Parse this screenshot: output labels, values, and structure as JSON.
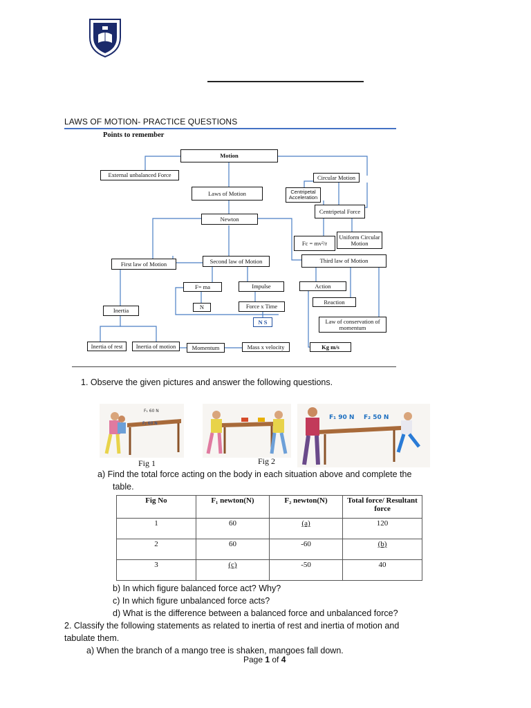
{
  "header": {
    "title": "LAWS OF MOTION- PRACTICE QUESTIONS",
    "points_heading": "Points to remember"
  },
  "concept_map": {
    "motion": "Motion",
    "external_force": "External unbalanced Force",
    "circular_motion": "Circular Motion",
    "laws_of_motion": "Laws of Motion",
    "centripetal_acc": "Centripetal Acceleration",
    "centripetal_force": "Centripetal Force",
    "newton": "Newton",
    "fc_formula": "Fc = mv²/r",
    "ucm": "Uniform Circular Motion",
    "first_law": "First law of Motion",
    "second_law": "Second law of Motion",
    "third_law": "Third law of Motion",
    "f_ma": "F= ma",
    "impulse": "Impulse",
    "action": "Action",
    "reaction": "Reaction",
    "inertia": "Inertia",
    "n": "N",
    "force_time": "Force x Time",
    "ns": "N S",
    "conservation": "Law of conservation of momentum",
    "inertia_rest": "Inertia of rest",
    "inertia_motion": "Inertia of motion",
    "momentum": "Momentum",
    "mass_velocity": "Mass x velocity",
    "kgms": "Kg m/s"
  },
  "question1": {
    "text": "1.   Observe the given pictures and answer the following questions.",
    "fig1_label": "Fig 1",
    "fig2_label": "Fig 2",
    "fig1_f1": "F₁ 60 N",
    "fig1_f2": "F₂ 60 N",
    "fig3_f1": "F₁ 90 N",
    "fig3_f2": "F₂ 50 N",
    "part_a_line1": "a)   Find the total force acting on the body in each situation above and complete the",
    "part_a_line2": "table.",
    "table": {
      "headers": [
        "Fig  No",
        "F₁ newton(N)",
        "F₂ newton(N)",
        "Total force/ Resultant force"
      ],
      "rows": [
        [
          "1",
          "60",
          "(a)",
          "120"
        ],
        [
          "2",
          "60",
          "-60",
          "(b)"
        ],
        [
          "3",
          "(c)",
          "-50",
          "40"
        ]
      ]
    },
    "part_b": "b) In which figure balanced force act? Why?",
    "part_c": "c) In which figure unbalanced force acts?",
    "part_d": "d) What is the difference between a balanced force and unbalanced force?"
  },
  "question2": {
    "line1": "2. Classify the following statements as related to inertia of rest and inertia of motion and",
    "line2": "tabulate them.",
    "part_a": "a) When the branch of a mango tree is shaken, mangoes fall down."
  },
  "footer": {
    "page_prefix": "Page ",
    "page_num": "1",
    "page_mid": " of ",
    "page_total": "4"
  }
}
